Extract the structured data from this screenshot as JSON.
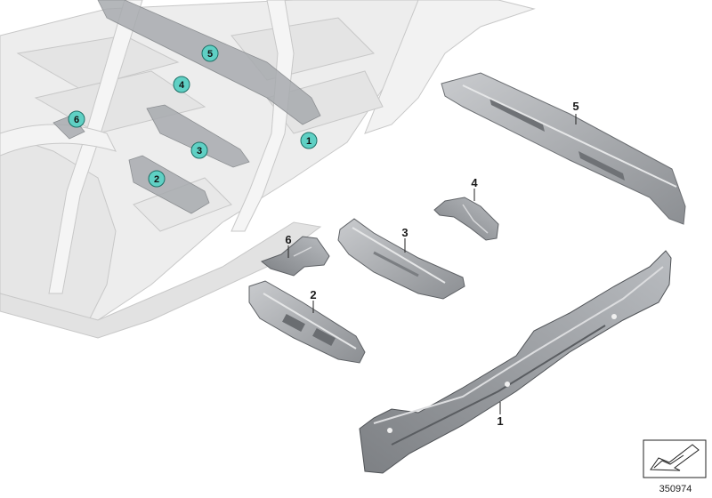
{
  "diagram": {
    "part_labels": {
      "p1": "1",
      "p2": "2",
      "p3": "3",
      "p4": "4",
      "p5": "5",
      "p6": "6"
    },
    "callouts": {
      "c1": "1",
      "c2": "2",
      "c3": "3",
      "c4": "4",
      "c5": "5",
      "c6": "6"
    },
    "callout_color": "#5fd0c4",
    "reference_number": "350974"
  }
}
